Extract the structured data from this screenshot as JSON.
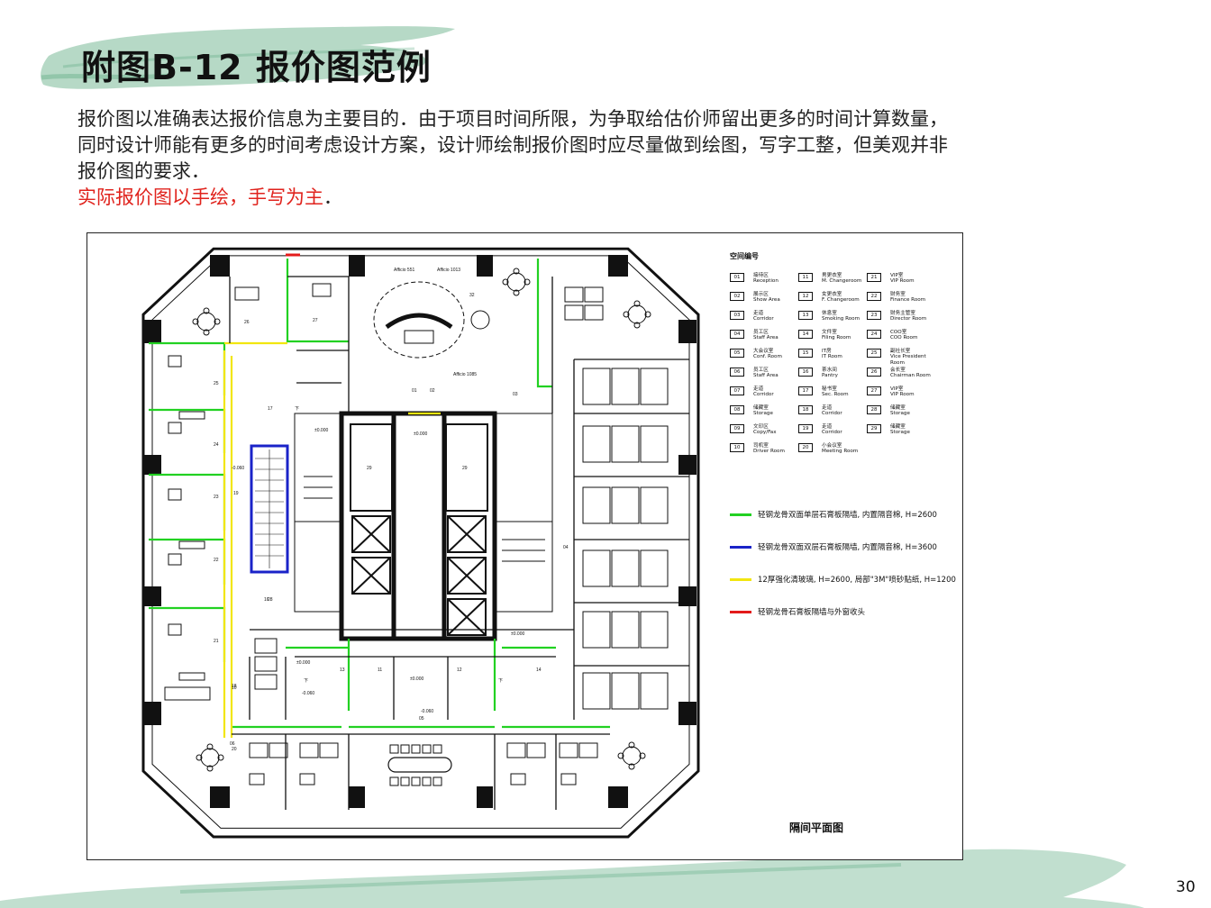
{
  "title": "附图B-12 报价图范例",
  "paragraph": "报价图以准确表达报价信息为主要目的．由于项目时间所限，为争取给估价师留出更多的时间计算数量，同时设计师能有更多的时间考虑设计方案，设计师绘制报价图时应尽量做到绘图，写字工整，但美观并非报价图的要求．",
  "highlight": "实际报价图以手绘，手写为主",
  "highlight_end": "．",
  "legend_title": "空间编号",
  "legend_items": [
    {
      "num": "01",
      "cn": "接待区",
      "en": "Reception"
    },
    {
      "num": "02",
      "cn": "展示区",
      "en": "Show Area"
    },
    {
      "num": "03",
      "cn": "走道",
      "en": "Corridor"
    },
    {
      "num": "04",
      "cn": "员工区",
      "en": "Staff Area"
    },
    {
      "num": "05",
      "cn": "大会议室",
      "en": "Conf. Room"
    },
    {
      "num": "06",
      "cn": "员工区",
      "en": "Staff Area"
    },
    {
      "num": "07",
      "cn": "走道",
      "en": "Corridor"
    },
    {
      "num": "08",
      "cn": "储藏室",
      "en": "Storage"
    },
    {
      "num": "09",
      "cn": "文印区",
      "en": "Copy/Fax"
    },
    {
      "num": "10",
      "cn": "司机室",
      "en": "Driver Room"
    },
    {
      "num": "11",
      "cn": "男更衣室",
      "en": "M. Changeroom"
    },
    {
      "num": "12",
      "cn": "女更衣室",
      "en": "F. Changeroom"
    },
    {
      "num": "13",
      "cn": "休息室",
      "en": "Smoking Room"
    },
    {
      "num": "14",
      "cn": "文件室",
      "en": "Filing Room"
    },
    {
      "num": "15",
      "cn": "IT房",
      "en": "IT Room"
    },
    {
      "num": "16",
      "cn": "茶水间",
      "en": "Pantry"
    },
    {
      "num": "17",
      "cn": "秘书室",
      "en": "Sec. Room"
    },
    {
      "num": "18",
      "cn": "走道",
      "en": "Corridor"
    },
    {
      "num": "19",
      "cn": "走道",
      "en": "Corridor"
    },
    {
      "num": "20",
      "cn": "小会议室",
      "en": "Meeting Room"
    },
    {
      "num": "21",
      "cn": "VIP室",
      "en": "VIP Room"
    },
    {
      "num": "22",
      "cn": "财务室",
      "en": "Finance Room"
    },
    {
      "num": "23",
      "cn": "财务主管室",
      "en": "Director Room"
    },
    {
      "num": "24",
      "cn": "COO室",
      "en": "COO Room"
    },
    {
      "num": "25",
      "cn": "副社长室",
      "en": "Vice President Room"
    },
    {
      "num": "26",
      "cn": "会长室",
      "en": "Chairman Room"
    },
    {
      "num": "27",
      "cn": "VIP室",
      "en": "VIP Room"
    },
    {
      "num": "28",
      "cn": "储藏室",
      "en": "Storage"
    },
    {
      "num": "29",
      "cn": "储藏室",
      "en": "Storage"
    }
  ],
  "line_legend": [
    {
      "color": "#22d122",
      "label": "轻钢龙骨双面单层石膏板隔墙, 内置隔音棉, H=2600"
    },
    {
      "color": "#1a23c8",
      "label": "轻钢龙骨双面双层石膏板隔墙, 内置隔音棉, H=3600"
    },
    {
      "color": "#f2e60f",
      "label": "12厚强化清玻璃, H=2600, 局部\"3M\"喷砂贴纸, H=1200"
    },
    {
      "color": "#e31b1b",
      "label": "轻钢龙骨石膏板隔墙与外窗收头"
    }
  ],
  "plan_caption": "隔间平面图",
  "page_number": "30",
  "plan_labels": {
    "afficio1": "Afficio 551",
    "afficio2": "Afficio 1013",
    "afficio3": "Afficio 1085",
    "level1": "±0.000",
    "level2": "±0.000",
    "level3": "±0.000",
    "level4": "±0.000",
    "level5": "±0.000",
    "level6": "-0.060",
    "level7": "-0.060",
    "level8": "-0.060",
    "down1": "下",
    "down2": "下",
    "down3": "下",
    "room26": "26",
    "room27": "27",
    "room25": "25",
    "room24": "24",
    "room23": "23",
    "room22": "22",
    "room21": "21",
    "room20": "20",
    "room29a": "29",
    "room29b": "29",
    "room28": "28",
    "room01": "01",
    "room02": "02",
    "room03": "03",
    "room04": "04",
    "room05": "05",
    "room06": "06",
    "room10": "10",
    "room11": "11",
    "room12": "12",
    "room13": "13",
    "room14": "14",
    "room16": "16",
    "room17": "17",
    "room18": "18",
    "room19": "19",
    "room32": "32"
  },
  "colors": {
    "brush": "#3f9a6a",
    "wall": "#111111",
    "green_wall": "#22d122",
    "blue_wall": "#1a23c8",
    "yellow_glass": "#f2e60f",
    "red_wall": "#e31b1b",
    "highlight_text": "#e0231d"
  }
}
